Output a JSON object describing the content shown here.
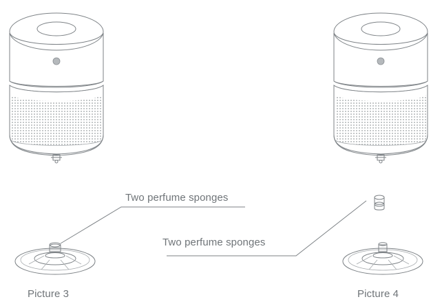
{
  "labels": {
    "sponges_left": "Two perfume sponges",
    "sponges_right": "Two perfume sponges",
    "picture_3": "Picture 3",
    "picture_4": "Picture 4"
  },
  "colors": {
    "line": "#7d8286",
    "text": "#6f7478",
    "background": "#ffffff"
  }
}
